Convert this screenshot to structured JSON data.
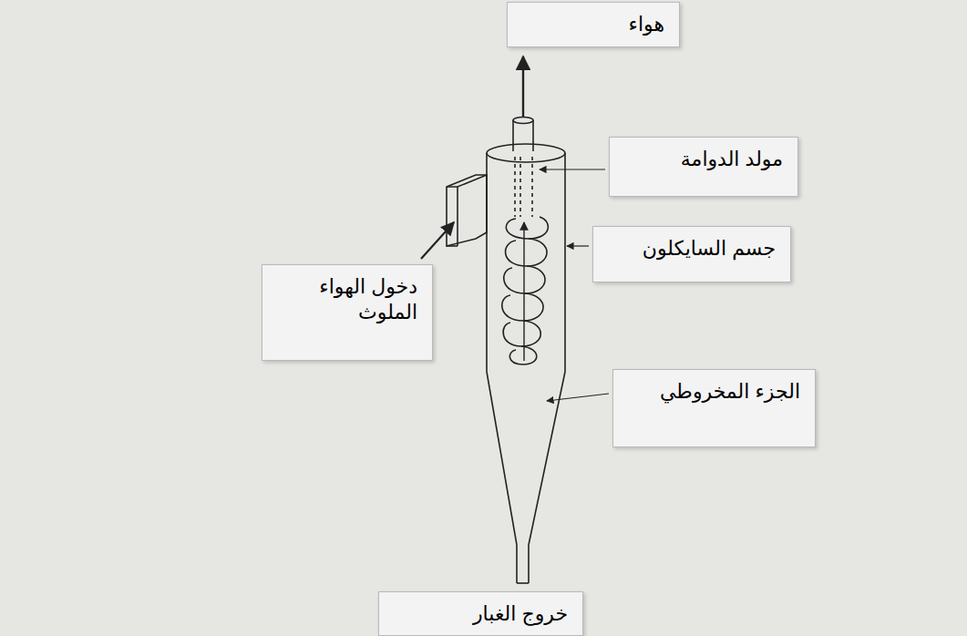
{
  "diagram": {
    "nodes": [
      {
        "text": [
          "هواء"
        ]
      },
      {
        "text": [
          "مولد الدوامة"
        ]
      },
      {
        "text": [
          "جسم السايكلون"
        ]
      },
      {
        "text": [
          "دخول الهواء الملوث"
        ]
      },
      {
        "text": [
          "الجزء المخروطي"
        ]
      },
      {
        "text": [
          "خروج الغبار"
        ]
      }
    ]
  }
}
